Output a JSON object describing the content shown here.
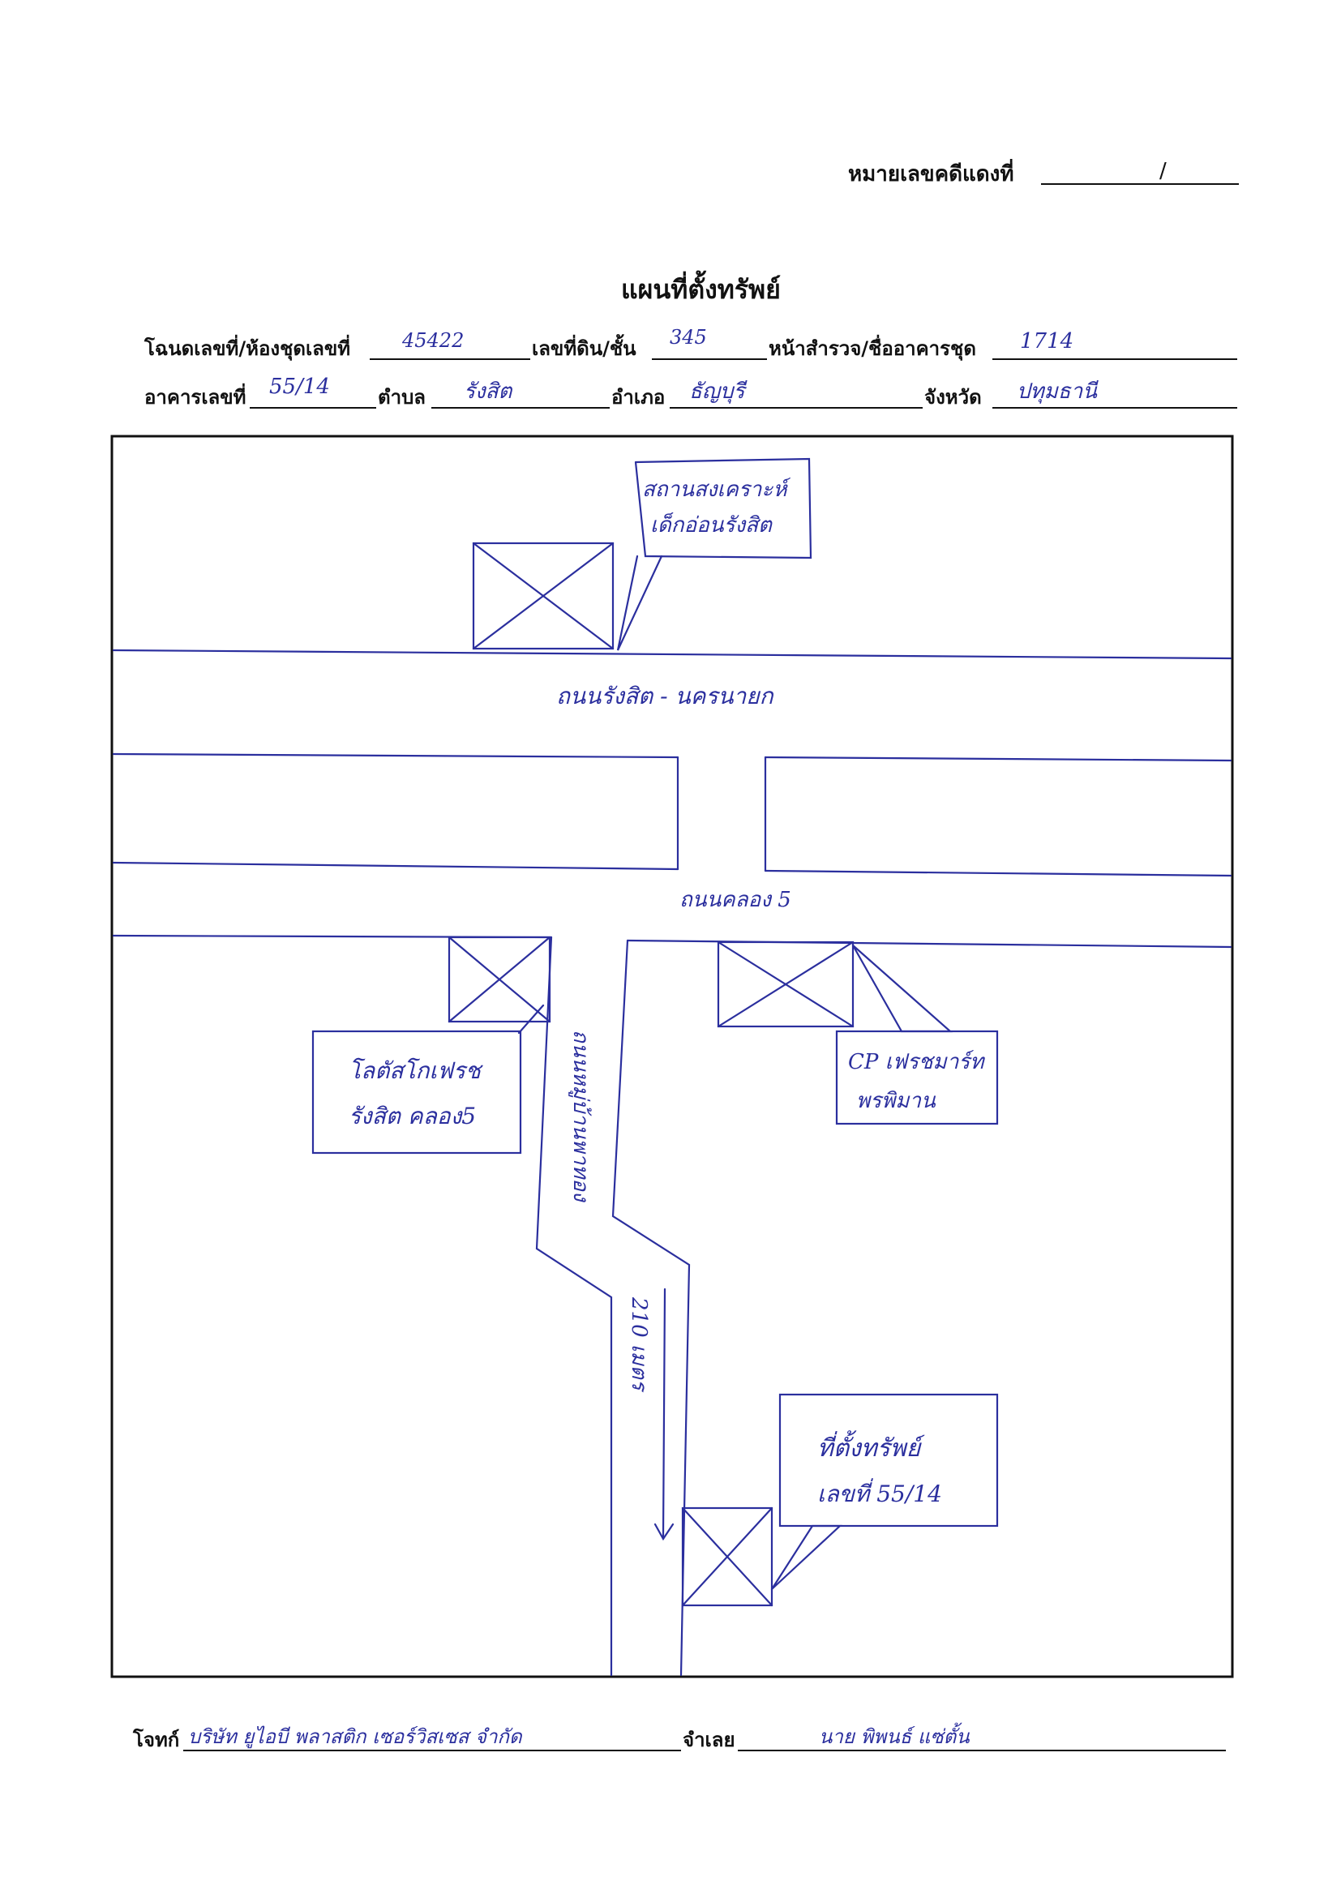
{
  "header": {
    "red_case_label": "หมายเลขคดีแดงที่",
    "red_case_sep": "/"
  },
  "title": "แผนที่ตั้งทรัพย์",
  "fields": {
    "deed_label": "โฉนดเลขที่/ห้องชุดเลขที่",
    "deed_value": "45422",
    "land_label": "เลขที่ดิน/ชั้น",
    "land_value": "345",
    "survey_label": "หน้าสำรวจ/ชื่ออาคารชุด",
    "survey_value": "1714",
    "building_label": "อาคารเลขที่",
    "building_value": "55/14",
    "subdistrict_label": "ตำบล",
    "subdistrict_value": "รังสิต",
    "district_label": "อำเภอ",
    "district_value": "ธัญบุรี",
    "province_label": "จังหวัด",
    "province_value": "ปทุมธานี"
  },
  "map": {
    "landmark_top": [
      "สถานสงเคราะห์",
      "เด็กอ่อนรังสิต"
    ],
    "main_road": "ถนนรังสิต - นครนายก",
    "klong5_road": "ถนนคลอง 5",
    "lotus": [
      "โลตัสโกเฟรช",
      "รังสิต คลอง5"
    ],
    "cp": [
      "CP เฟรชมาร์ท",
      "พรพิมาน"
    ],
    "village_road": "ถนนหมู่บ้านพาทอง",
    "distance": "210 เมตร",
    "property": [
      "ที่ตั้งทรัพย์",
      "เลขที่ 55/14"
    ]
  },
  "footer": {
    "plaintiff_label": "โจทก์",
    "plaintiff_value": "บริษัท ยูไอบี พลาสติก เซอร์วิสเซส จำกัด",
    "defendant_label": "จำเลย",
    "defendant_value": "นาย พิพนธ์ แซ่ตั้น"
  }
}
